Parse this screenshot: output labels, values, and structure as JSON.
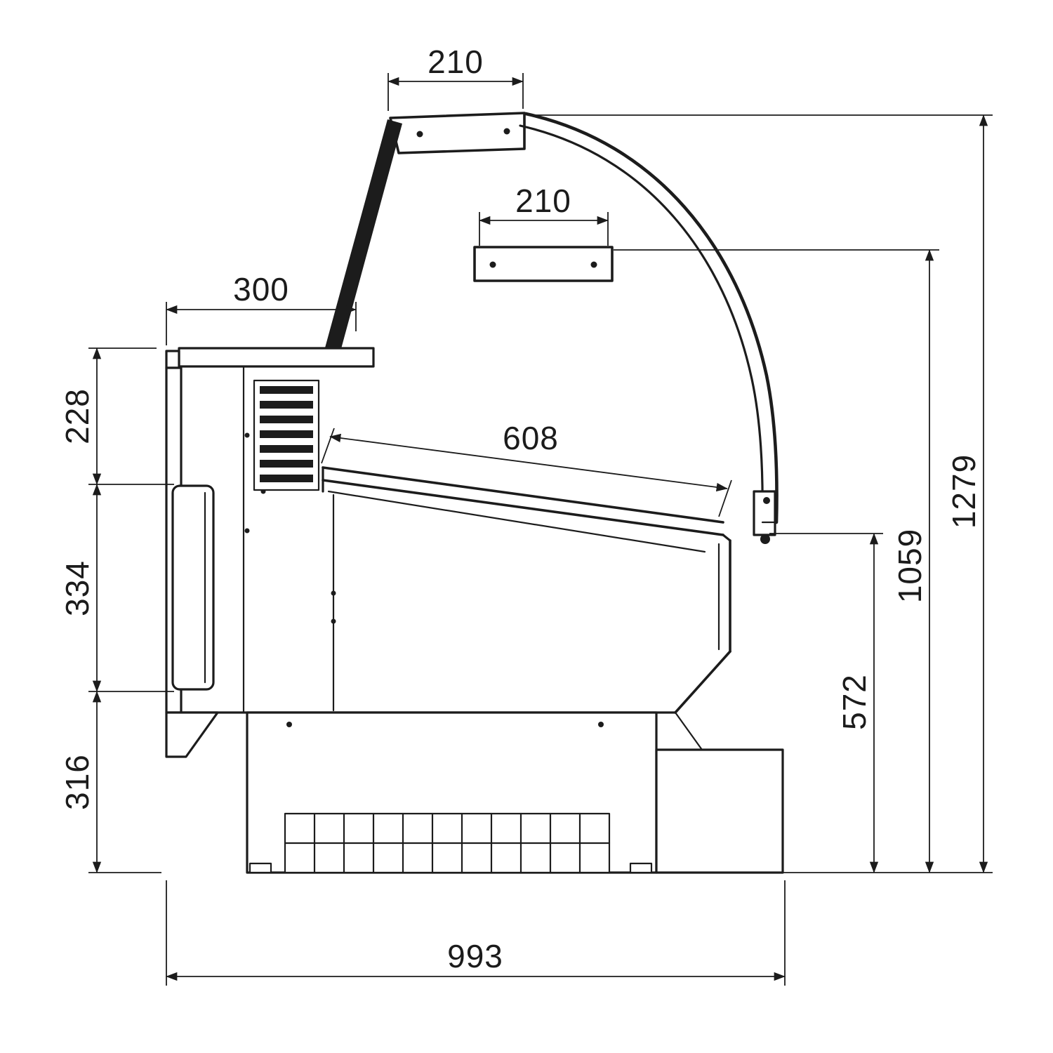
{
  "drawing": {
    "type": "technical-side-section",
    "subject": "serve-over refrigerated display counter - side cross-section with dimensions",
    "units": "mm",
    "line_color": "#1c1c1c",
    "background": "#ffffff",
    "dimensions": {
      "canopy_width": "210",
      "light_bracket_width": "210",
      "rear_counter_depth": "300",
      "rear_upper_height": "228",
      "rear_panel_height": "334",
      "base_height": "316",
      "display_deck_length": "608",
      "overall_height": "1279",
      "glass_bracket_height": "1059",
      "front_glass_bottom_height": "572",
      "overall_depth": "993"
    }
  }
}
